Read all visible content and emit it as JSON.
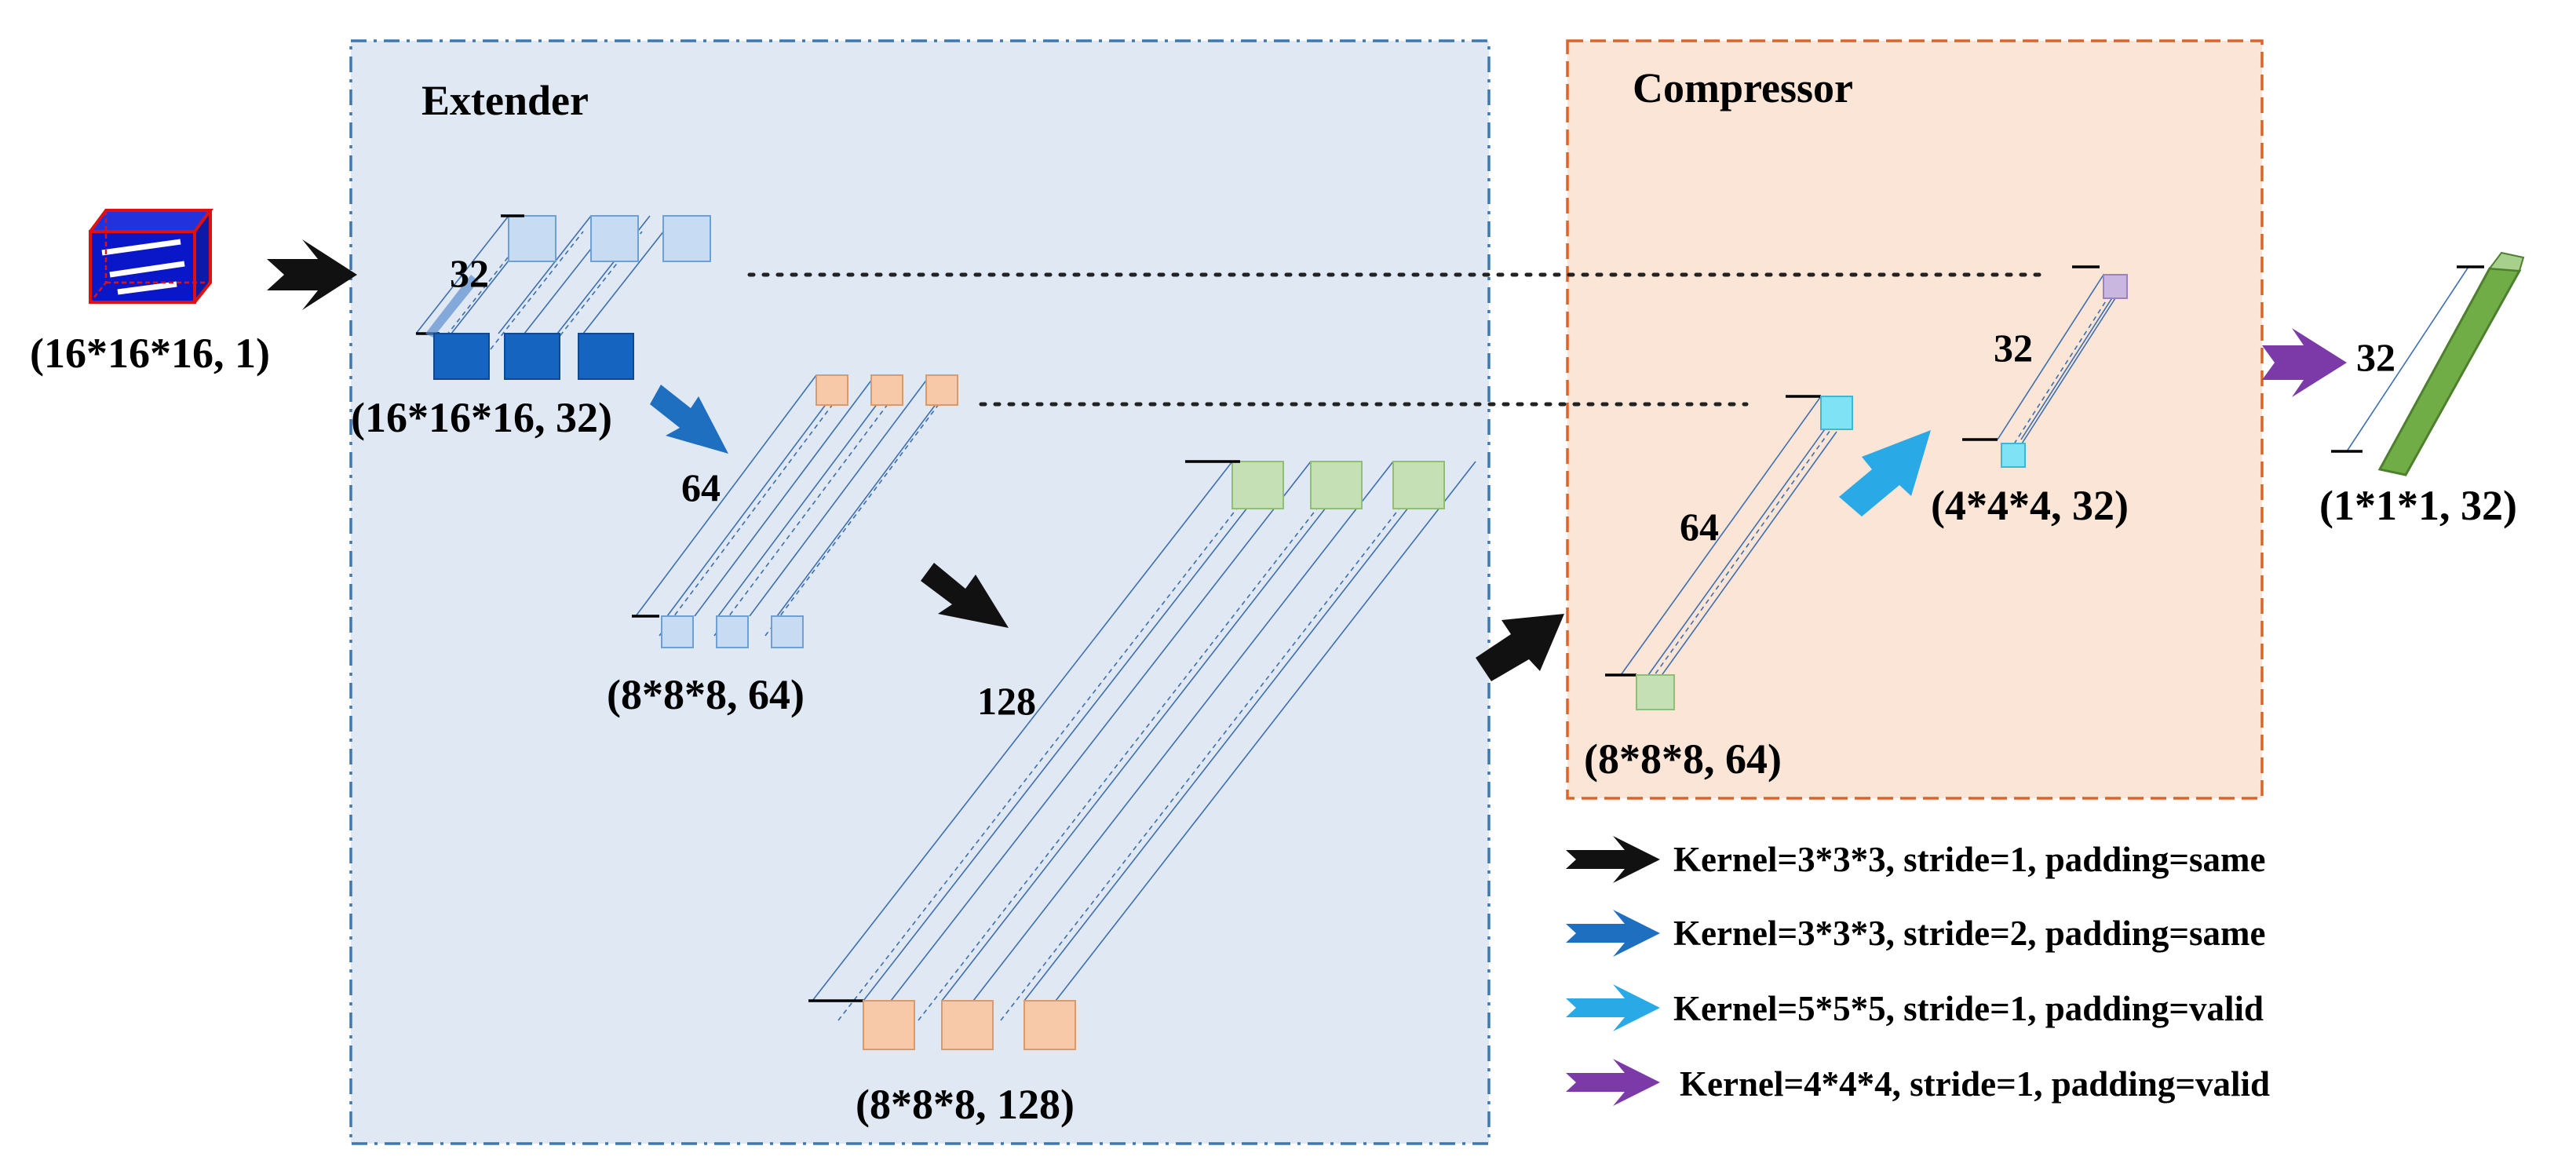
{
  "panels": {
    "extender_title": "Extender",
    "compressor_title": "Compressor"
  },
  "shapes": {
    "input": "(16*16*16, 1)",
    "ext1": "(16*16*16, 32)",
    "ext2": "(8*8*8, 64)",
    "ext3": "(8*8*8, 128)",
    "comp1": "(8*8*8, 64)",
    "comp2": "(4*4*4, 32)",
    "output": "(1*1*1, 32)"
  },
  "dims": {
    "ext1": "32",
    "ext2": "64",
    "ext3": "128",
    "comp1": "64",
    "comp2": "32",
    "output": "32"
  },
  "legend": [
    {
      "label": "Kernel=3*3*3, stride=1, padding=same",
      "color": "#111111"
    },
    {
      "label": "Kernel=3*3*3, stride=2, padding=same",
      "color": "#1e6fc0"
    },
    {
      "label": "Kernel=5*5*5, stride=1, padding=valid",
      "color": "#29a9e6"
    },
    {
      "label": "Kernel=4*4*4, stride=1, padding=valid",
      "color": "#7b3aa8"
    }
  ],
  "colors": {
    "extender_bg": "#dfe8f3",
    "extender_border": "#3e78b2",
    "compressor_bg": "#fbe5d6",
    "compressor_border": "#d9652b",
    "arrow_k3s1": "#111111",
    "arrow_k3s2": "#1e6fc0",
    "arrow_k5s1": "#29a9e6",
    "arrow_k4s1": "#7b3aa8",
    "block_blue": "#1565c0",
    "block_peach": "#f7c9a8",
    "block_green": "#c5e0b4",
    "block_cyan": "#7fe3f5",
    "output_green": "#70ad47"
  }
}
